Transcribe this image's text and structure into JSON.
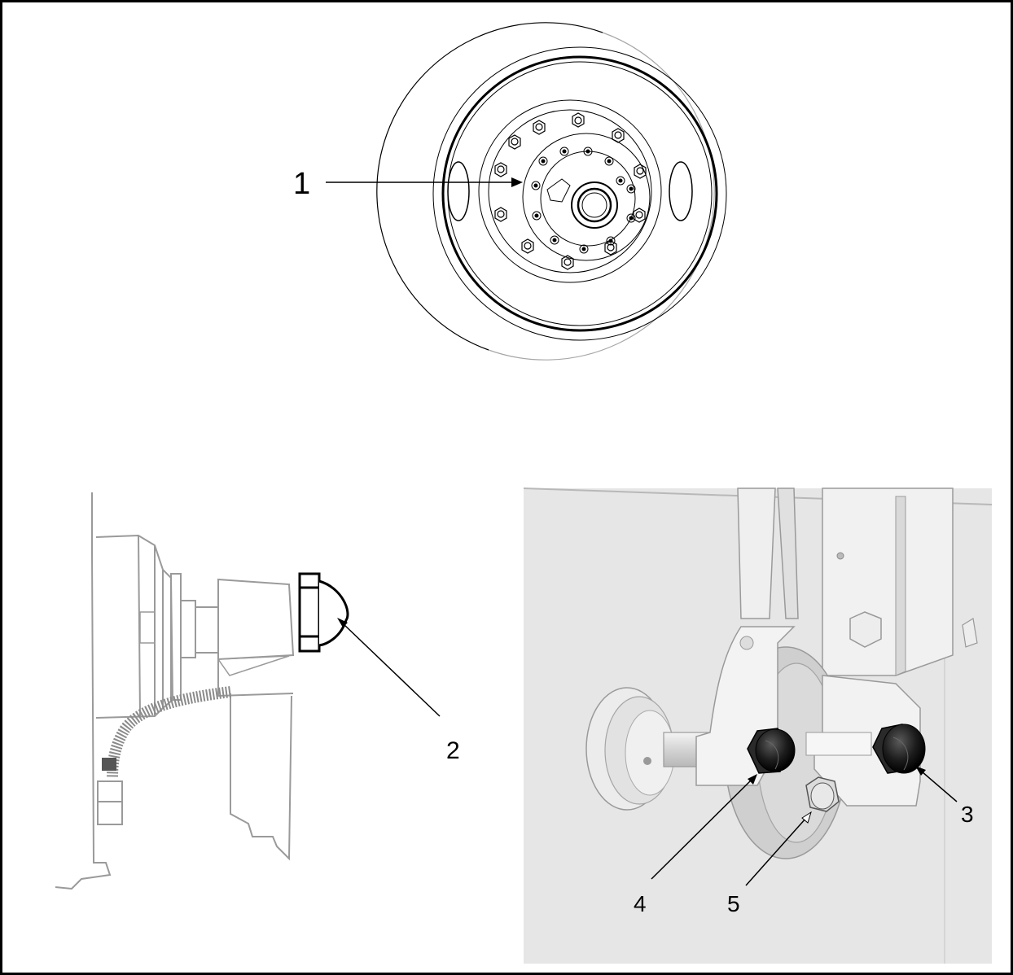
{
  "callouts": [
    {
      "id": "1",
      "label": "1"
    },
    {
      "id": "2",
      "label": "2"
    },
    {
      "id": "3",
      "label": "3"
    },
    {
      "id": "4",
      "label": "4"
    },
    {
      "id": "5",
      "label": "5"
    }
  ],
  "colors": {
    "line": "#000000",
    "drawing_gray": "#9a9a9a",
    "photo_bg": "#e6e6e6",
    "knob": "#1c1c1c"
  }
}
